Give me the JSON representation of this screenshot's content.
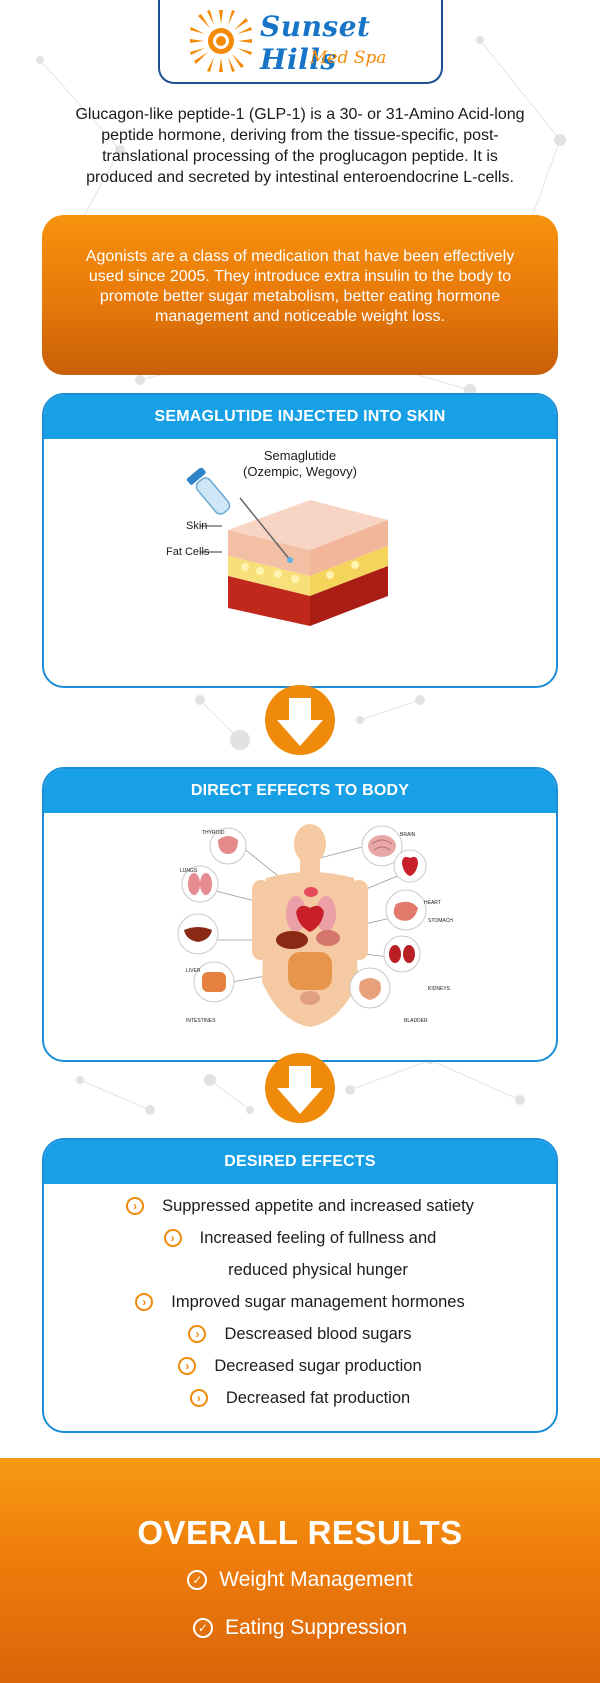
{
  "brand": {
    "name": "Sunset Hills",
    "tagline": "Med Spa",
    "colors": {
      "blue": "#1775c7",
      "orange": "#f58a07"
    }
  },
  "intro_text": "Glucagon-like peptide-1 (GLP-1) is a 30- or 31-Amino Acid-long peptide hormone, deriving from the tissue-specific, post-translational processing of the proglucagon peptide. It is produced and secreted by intestinal enteroendocrine L-cells.",
  "agonists_text": "Agonists are a class of medication that have been effectively used since 2005. They introduce extra insulin to the body to promote better sugar metabolism, better eating hormone management and noticeable weight loss.",
  "section1": {
    "title": "SEMAGLUTIDE INJECTED INTO SKIN",
    "drug_name": "Semaglutide",
    "drug_brands": "(Ozempic, Wegovy)",
    "labels": {
      "skin": "Skin",
      "fat": "Fat Cells"
    }
  },
  "section2": {
    "title": "DIRECT EFFECTS TO BODY",
    "organs": {
      "thyroid": "THYROID",
      "brain": "BRAIN",
      "lungs": "LUNGS",
      "heart": "HEART",
      "stomach": "STOMACH",
      "liver": "LIVER",
      "kidneys": "KIDNEYS",
      "intestines": "INTESTINES",
      "bladder": "BLADDER"
    }
  },
  "section3": {
    "title": "DESIRED EFFECTS",
    "items": [
      {
        "text": "Suppressed appetite and increased satiety",
        "icon": "chevron-right-icon",
        "bullet": true
      },
      {
        "text": "Increased feeling of fullness and",
        "icon": "chevron-right-icon",
        "bullet": true
      },
      {
        "text": "reduced physical hunger",
        "icon": "chevron-right-icon",
        "bullet": false
      },
      {
        "text": "Improved sugar management hormones",
        "icon": "chevron-right-icon",
        "bullet": true
      },
      {
        "text": "Descreased blood sugars",
        "icon": "chevron-right-icon",
        "bullet": true
      },
      {
        "text": "Decreased sugar production",
        "icon": "chevron-right-icon",
        "bullet": true
      },
      {
        "text": "Decreased fat production",
        "icon": "chevron-right-icon",
        "bullet": true
      }
    ]
  },
  "results": {
    "title": "OVERALL RESULTS",
    "items": [
      {
        "text": "Weight Management",
        "icon": "check-circle-icon"
      },
      {
        "text": "Eating Suppression",
        "icon": "check-circle-icon"
      }
    ]
  }
}
